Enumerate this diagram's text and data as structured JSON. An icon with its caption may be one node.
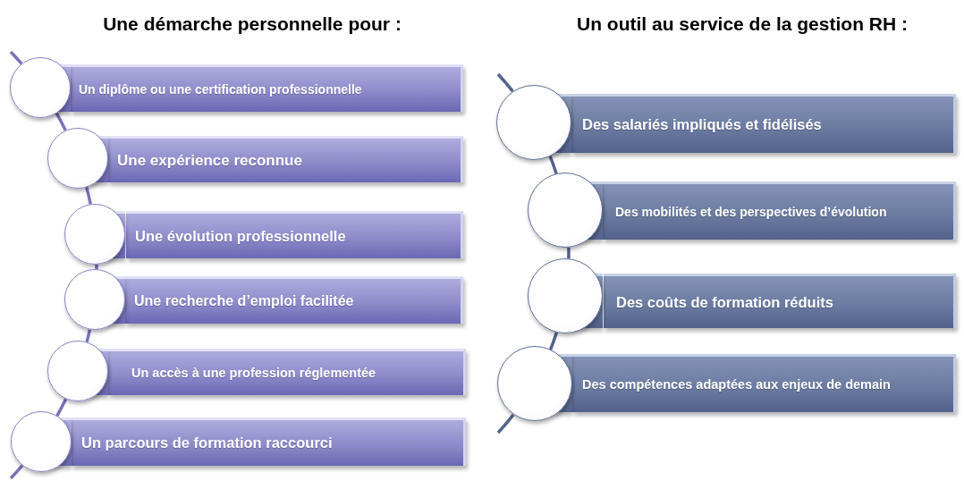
{
  "diagram": {
    "nodes": [
      {
        "text": [],
        "shape": "circle"
      },
      {
        "text": [
          "Un diplôme ou une certification professionnelle"
        ]
      },
      {
        "text": [],
        "shape": "circle"
      },
      {
        "text": [
          "Une expérience reconnue"
        ]
      },
      {
        "text": [],
        "shape": "circle"
      },
      {
        "text": [
          "Une évolution professionnelle"
        ]
      },
      {
        "text": [],
        "shape": "circle"
      },
      {
        "text": [
          "Une recherche d’emploi facilitée"
        ]
      },
      {
        "text": [],
        "shape": "circle"
      },
      {
        "text": [
          "Un accès à une profession réglementée"
        ]
      },
      {
        "text": [],
        "shape": "circle"
      },
      {
        "text": [
          "Un parcours de formation raccourci"
        ]
      },
      {
        "text": [],
        "shape": "circle"
      },
      {
        "text": [
          "Des salariés impliqués et fidélisés"
        ]
      },
      {
        "text": [],
        "shape": "circle"
      },
      {
        "text": [
          "Des mobilités et des perspectives d’évolution"
        ]
      },
      {
        "text": [],
        "shape": "circle"
      },
      {
        "text": [
          "Des coûts de formation réduits"
        ]
      },
      {
        "text": [],
        "shape": "circle"
      },
      {
        "text": [
          "Des compétences adaptées aux enjeux de demain"
        ]
      }
    ],
    "edges": [
      {
        "from": null,
        "to": 0,
        "arrow": "none"
      },
      {
        "from": 0,
        "to": 2,
        "arrow": "none"
      },
      {
        "from": 2,
        "to": 4,
        "arrow": "none"
      },
      {
        "from": 4,
        "to": 6,
        "arrow": "none"
      },
      {
        "from": 6,
        "to": 8,
        "arrow": "none"
      },
      {
        "from": 8,
        "to": 10,
        "arrow": "none"
      },
      {
        "from": 10,
        "to": null,
        "arrow": "none"
      },
      {
        "from": null,
        "to": 12,
        "arrow": "none"
      },
      {
        "from": 12,
        "to": 14,
        "arrow": "none"
      },
      {
        "from": 14,
        "to": 16,
        "arrow": "none"
      },
      {
        "from": 16,
        "to": 18,
        "arrow": "none"
      },
      {
        "from": 18,
        "to": null,
        "arrow": "none"
      }
    ],
    "labels": [
      "Une démarche personnelle pour :",
      "Un outil au service de la gestion RH :"
    ]
  }
}
